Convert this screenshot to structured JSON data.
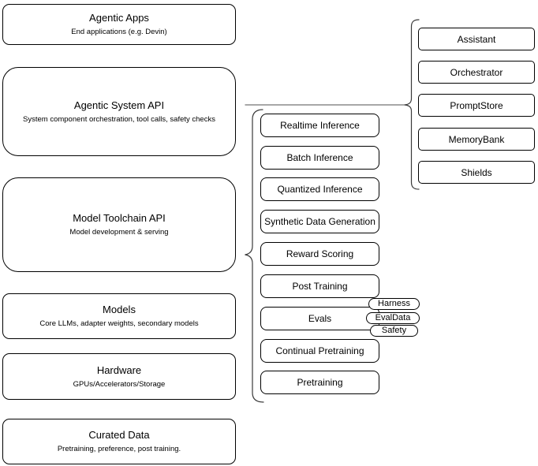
{
  "layers": [
    {
      "title": "Agentic Apps",
      "subtitle": "End applications (e.g. Devin)"
    },
    {
      "title": "Agentic System API",
      "subtitle": "System component orchestration, tool calls, safety checks"
    },
    {
      "title": "Model Toolchain API",
      "subtitle": "Model development & serving"
    },
    {
      "title": "Models",
      "subtitle": "Core LLMs, adapter weights, secondary models"
    },
    {
      "title": "Hardware",
      "subtitle": "GPUs/Accelerators/Storage"
    },
    {
      "title": "Curated Data",
      "subtitle": "Pretraining, preference, post training."
    }
  ],
  "toolchain_services": [
    "Realtime Inference",
    "Batch Inference",
    "Quantized Inference",
    "Synthetic Data Generation",
    "Reward Scoring",
    "Post Training",
    "Evals",
    "Continual Pretraining",
    "Pretraining"
  ],
  "eval_tags": [
    "Harness",
    "EvalData",
    "Safety"
  ],
  "system_components": [
    "Assistant",
    "Orchestrator",
    "PromptStore",
    "MemoryBank",
    "Shields"
  ],
  "colors": {
    "box_stroke": "#000000",
    "box_fill": "#ffffff",
    "brace_stroke": "#3a3a3a",
    "line_stroke": "#8c8c8c",
    "text": "#000000",
    "background": "#ffffff"
  }
}
